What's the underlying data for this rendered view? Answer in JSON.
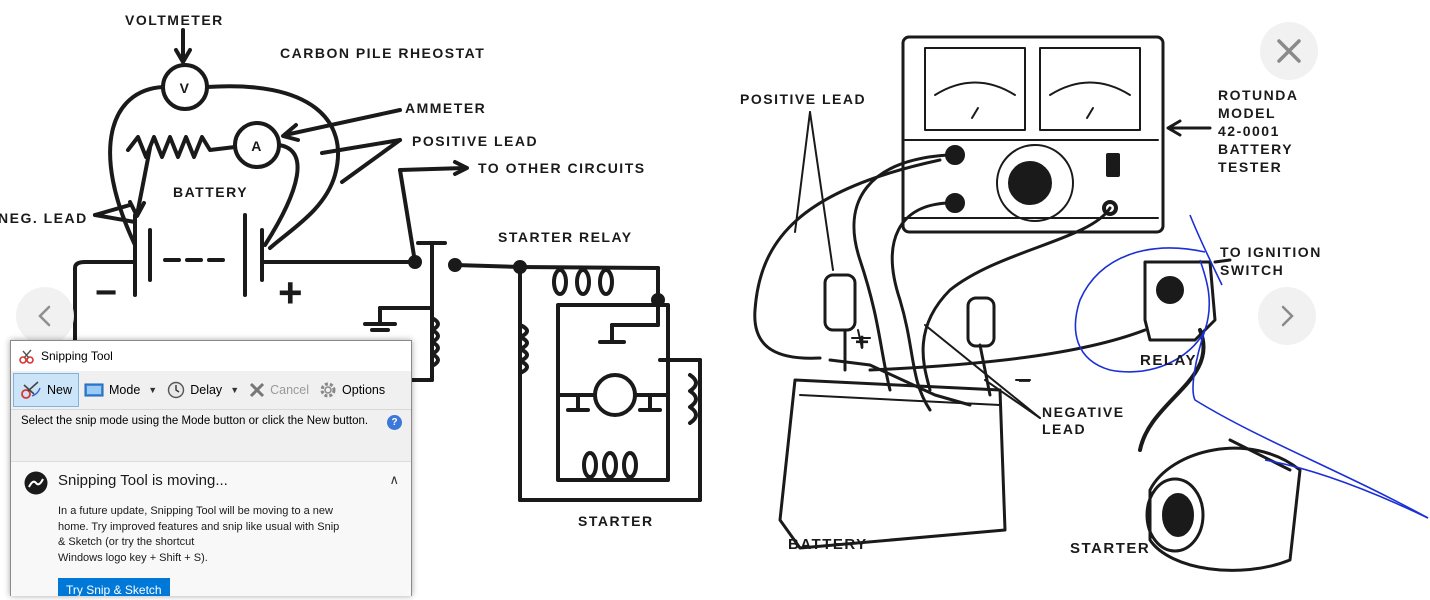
{
  "viewer": {
    "close_icon": "close-icon",
    "prev_icon": "chevron-left-icon",
    "next_icon": "chevron-right-icon"
  },
  "left_diagram": {
    "voltmeter": "VOLTMETER",
    "voltmeter_symbol": "V",
    "rheostat": "CARBON PILE RHEOSTAT",
    "ammeter": "AMMETER",
    "ammeter_symbol": "A",
    "positive_lead": "POSITIVE LEAD",
    "to_other_circuits": "TO OTHER CIRCUITS",
    "battery": "BATTERY",
    "neg_lead": "NEG. LEAD",
    "minus": "−",
    "plus": "+",
    "starter_relay": "STARTER RELAY",
    "starter": "STARTER"
  },
  "right_diagram": {
    "positive_lead": "POSITIVE LEAD",
    "tester_lines": [
      "ROTUNDA",
      "MODEL",
      "42-0001",
      "BATTERY",
      "TESTER"
    ],
    "to_ignition_lines": [
      "TO IGNITION",
      "SWITCH"
    ],
    "relay": "RELAY",
    "negative_lines": [
      "NEGATIVE",
      "LEAD"
    ],
    "battery": "BATTERY",
    "starter": "STARTER",
    "plus": "+",
    "minus": "−",
    "annotation_color": "#1a2fd6"
  },
  "snipping_tool": {
    "title": "Snipping Tool",
    "toolbar": {
      "new": "New",
      "mode": "Mode",
      "delay": "Delay",
      "cancel": "Cancel",
      "options": "Options"
    },
    "info": "Select the snip mode using the Mode button or click the New button.",
    "help": "?",
    "notice": {
      "heading": "Snipping Tool is moving...",
      "body_lines": [
        "In a future update, Snipping Tool will be moving to a new",
        "home. Try improved features and snip like usual with Snip",
        "& Sketch (or try the shortcut",
        "Windows logo key + Shift + S)."
      ],
      "button": "Try Snip & Sketch"
    },
    "accent": "#0078d7"
  }
}
